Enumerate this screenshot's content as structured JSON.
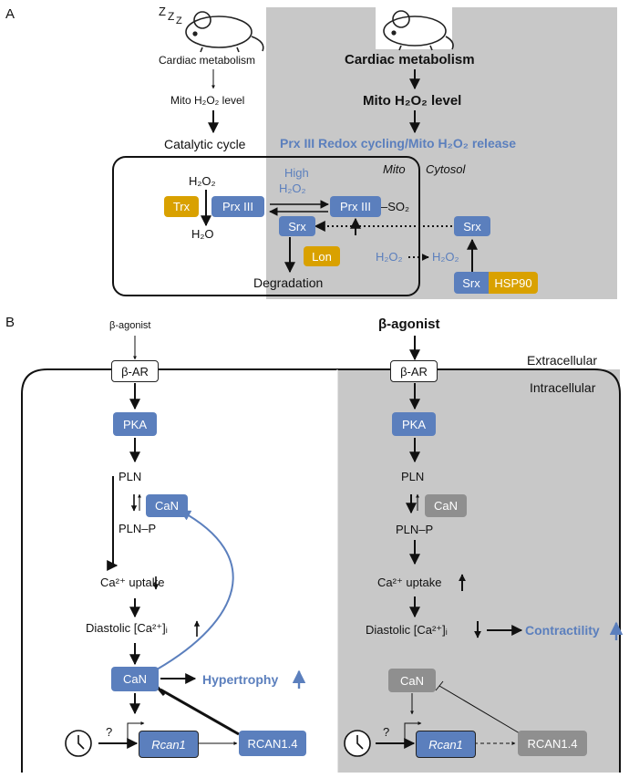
{
  "panelA": {
    "label": "A",
    "sleep_zzz": "Z",
    "left": {
      "cardiac": "Cardiac metabolism",
      "mito_h2o2": "Mito H₂O₂ level",
      "catalytic": "Catalytic cycle"
    },
    "right": {
      "cardiac": "Cardiac metabolism",
      "mito_h2o2": "Mito H₂O₂ level",
      "redox": "Prx III Redox cycling/Mito H₂O₂ release"
    },
    "mito": "Mito",
    "cytosol": "Cytosol",
    "h2o2": "H₂O₂",
    "h2o": "H₂O",
    "high": "High",
    "high_h2o2": "H₂O₂",
    "trx": "Trx",
    "prx3": "Prx III",
    "prx3_so2_box": "Prx III",
    "so2": "–SO₂",
    "srx": "Srx",
    "lon": "Lon",
    "degradation": "Degradation",
    "srx_cyto": "Srx",
    "h2o2_a": "H₂O₂",
    "h2o2_b": "H₂O₂",
    "srx_hsp": "Srx",
    "hsp90": "HSP90"
  },
  "panelB": {
    "label": "B",
    "extracellular": "Extracellular",
    "intracellular": "Intracellular",
    "left": {
      "agonist": "β-agonist",
      "bar": "β-AR",
      "pka": "PKA",
      "pln": "PLN",
      "can_side": "CaN",
      "pln_p": "PLN–P",
      "ca_uptake": "Ca²⁺ uptake",
      "diastolic": "Diastolic [Ca²⁺]ᵢ",
      "can": "CaN",
      "hypertrophy": "Hypertrophy",
      "question": "?",
      "rcan1": "Rcan1",
      "rcan14": "RCAN1.4"
    },
    "right": {
      "agonist": "β-agonist",
      "bar": "β-AR",
      "pka": "PKA",
      "pln": "PLN",
      "can_side": "CaN",
      "pln_p": "PLN–P",
      "ca_uptake": "Ca²⁺ uptake",
      "diastolic": "Diastolic [Ca²⁺]ᵢ",
      "contractility": "Contractility",
      "can": "CaN",
      "question": "?",
      "rcan1": "Rcan1",
      "rcan14": "RCAN1.4"
    }
  },
  "colors": {
    "blue": "#5b7fbd",
    "gold": "#d9a100",
    "gray_box": "#8f8f8f",
    "gray_bg": "#c8c8c8"
  }
}
